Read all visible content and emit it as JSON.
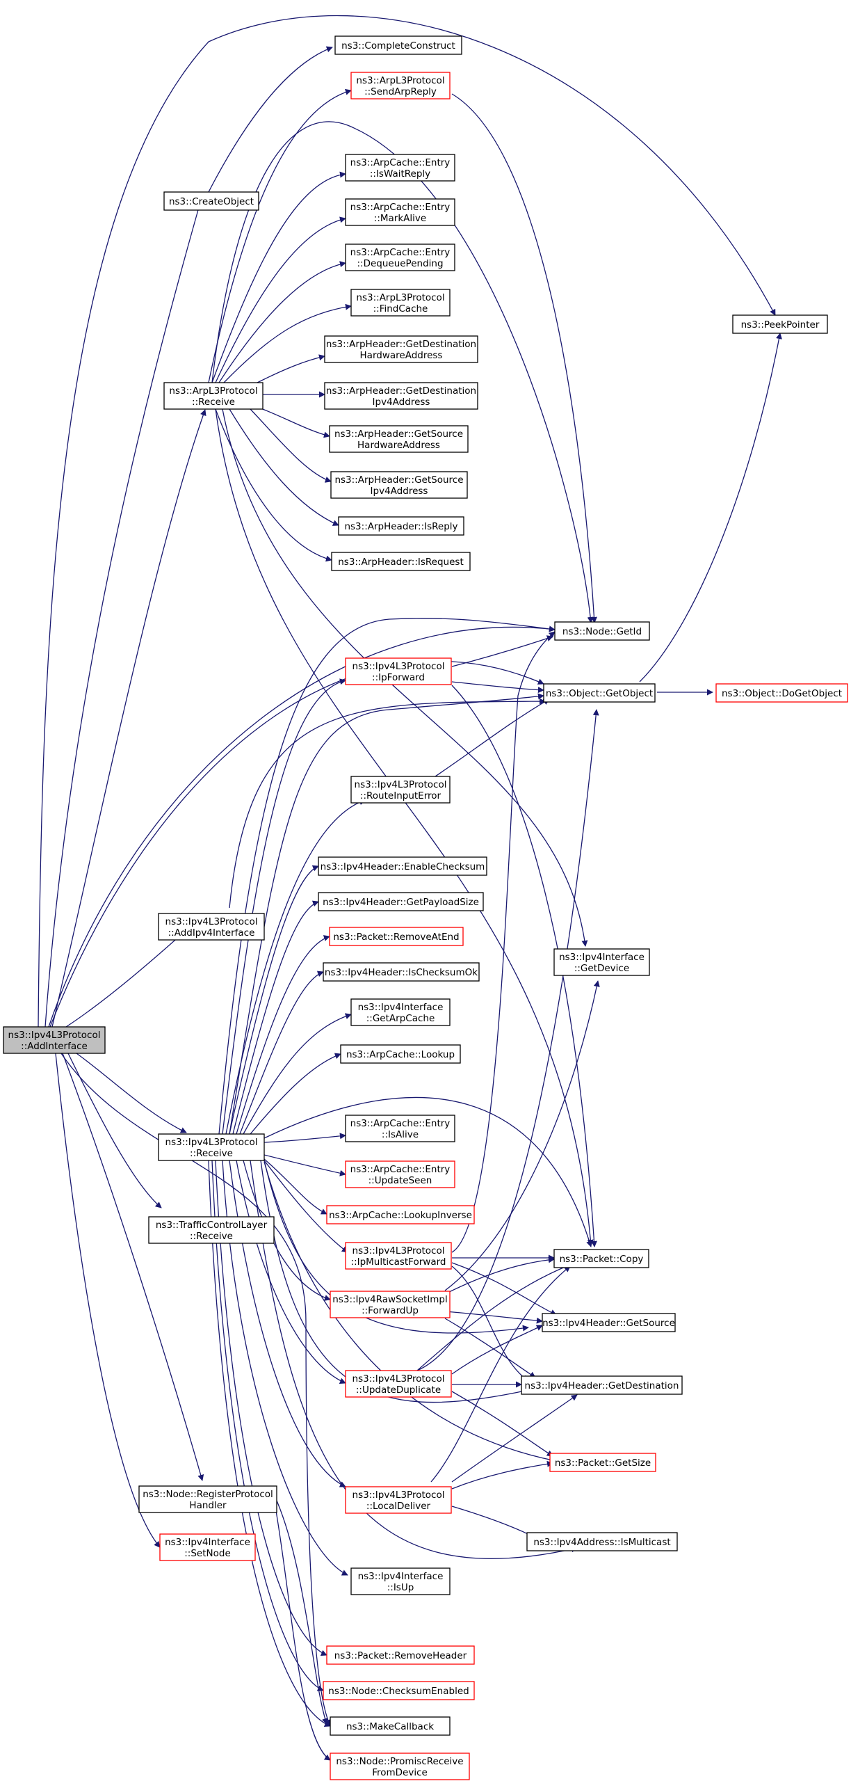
{
  "colors": {
    "edge": "#191970",
    "node_border": "#000000",
    "node_border_no_docs": "#ff0000",
    "root_fill": "#bfbfbf",
    "node_fill": "#ffffff"
  },
  "nodes": [
    {
      "id": "root",
      "lines": [
        "ns3::Ipv4L3Protocol",
        "::AddInterface"
      ],
      "style": "root"
    },
    {
      "id": "complete_construct",
      "lines": [
        "ns3::CompleteConstruct"
      ],
      "style": "normal"
    },
    {
      "id": "send_arp_reply",
      "lines": [
        "ns3::ArpL3Protocol",
        "::SendArpReply"
      ],
      "style": "red"
    },
    {
      "id": "create_object",
      "lines": [
        "ns3::CreateObject"
      ],
      "style": "normal"
    },
    {
      "id": "is_wait_reply",
      "lines": [
        "ns3::ArpCache::Entry",
        "::IsWaitReply"
      ],
      "style": "normal"
    },
    {
      "id": "mark_alive",
      "lines": [
        "ns3::ArpCache::Entry",
        "::MarkAlive"
      ],
      "style": "normal"
    },
    {
      "id": "dequeue_pending",
      "lines": [
        "ns3::ArpCache::Entry",
        "::DequeuePending"
      ],
      "style": "normal"
    },
    {
      "id": "find_cache",
      "lines": [
        "ns3::ArpL3Protocol",
        "::FindCache"
      ],
      "style": "normal"
    },
    {
      "id": "peek_pointer",
      "lines": [
        "ns3::PeekPointer"
      ],
      "style": "normal"
    },
    {
      "id": "arp_get_dest_hw",
      "lines": [
        "ns3::ArpHeader::GetDestination",
        "HardwareAddress"
      ],
      "style": "normal"
    },
    {
      "id": "arp_receive",
      "lines": [
        "ns3::ArpL3Protocol",
        "::Receive"
      ],
      "style": "normal"
    },
    {
      "id": "arp_get_dest_ipv4",
      "lines": [
        "ns3::ArpHeader::GetDestination",
        "Ipv4Address"
      ],
      "style": "normal"
    },
    {
      "id": "arp_get_src_hw",
      "lines": [
        "ns3::ArpHeader::GetSource",
        "HardwareAddress"
      ],
      "style": "normal"
    },
    {
      "id": "arp_get_src_ipv4",
      "lines": [
        "ns3::ArpHeader::GetSource",
        "Ipv4Address"
      ],
      "style": "normal"
    },
    {
      "id": "arp_is_reply",
      "lines": [
        "ns3::ArpHeader::IsReply"
      ],
      "style": "normal"
    },
    {
      "id": "arp_is_request",
      "lines": [
        "ns3::ArpHeader::IsRequest"
      ],
      "style": "normal"
    },
    {
      "id": "node_getid",
      "lines": [
        "ns3::Node::GetId"
      ],
      "style": "normal"
    },
    {
      "id": "ip_forward",
      "lines": [
        "ns3::Ipv4L3Protocol",
        "::IpForward"
      ],
      "style": "red"
    },
    {
      "id": "object_getobject",
      "lines": [
        "ns3::Object::GetObject"
      ],
      "style": "normal"
    },
    {
      "id": "object_dogetobject",
      "lines": [
        "ns3::Object::DoGetObject"
      ],
      "style": "red"
    },
    {
      "id": "route_input_error",
      "lines": [
        "ns3::Ipv4L3Protocol",
        "::RouteInputError"
      ],
      "style": "normal"
    },
    {
      "id": "enable_checksum",
      "lines": [
        "ns3::Ipv4Header::EnableChecksum"
      ],
      "style": "normal"
    },
    {
      "id": "get_payload_size",
      "lines": [
        "ns3::Ipv4Header::GetPayloadSize"
      ],
      "style": "normal"
    },
    {
      "id": "add_ipv4_interface",
      "lines": [
        "ns3::Ipv4L3Protocol",
        "::AddIpv4Interface"
      ],
      "style": "normal"
    },
    {
      "id": "remove_at_end",
      "lines": [
        "ns3::Packet::RemoveAtEnd"
      ],
      "style": "red"
    },
    {
      "id": "ipv4if_get_device",
      "lines": [
        "ns3::Ipv4Interface",
        "::GetDevice"
      ],
      "style": "normal"
    },
    {
      "id": "is_checksum_ok",
      "lines": [
        "ns3::Ipv4Header::IsChecksumOk"
      ],
      "style": "normal"
    },
    {
      "id": "get_arp_cache",
      "lines": [
        "ns3::Ipv4Interface",
        "::GetArpCache"
      ],
      "style": "normal"
    },
    {
      "id": "arpcache_lookup",
      "lines": [
        "ns3::ArpCache::Lookup"
      ],
      "style": "normal"
    },
    {
      "id": "ipv4_receive",
      "lines": [
        "ns3::Ipv4L3Protocol",
        "::Receive"
      ],
      "style": "normal"
    },
    {
      "id": "entry_is_alive",
      "lines": [
        "ns3::ArpCache::Entry",
        "::IsAlive"
      ],
      "style": "normal"
    },
    {
      "id": "entry_update_seen",
      "lines": [
        "ns3::ArpCache::Entry",
        "::UpdateSeen"
      ],
      "style": "red"
    },
    {
      "id": "lookup_inverse",
      "lines": [
        "ns3::ArpCache::LookupInverse"
      ],
      "style": "red"
    },
    {
      "id": "tcl_receive",
      "lines": [
        "ns3::TrafficControlLayer",
        "::Receive"
      ],
      "style": "normal"
    },
    {
      "id": "ip_multicast_forward",
      "lines": [
        "ns3::Ipv4L3Protocol",
        "::IpMulticastForward"
      ],
      "style": "red"
    },
    {
      "id": "packet_copy",
      "lines": [
        "ns3::Packet::Copy"
      ],
      "style": "normal"
    },
    {
      "id": "raw_forward_up",
      "lines": [
        "ns3::Ipv4RawSocketImpl",
        "::ForwardUp"
      ],
      "style": "red"
    },
    {
      "id": "ipv4h_get_source",
      "lines": [
        "ns3::Ipv4Header::GetSource"
      ],
      "style": "normal"
    },
    {
      "id": "update_duplicate",
      "lines": [
        "ns3::Ipv4L3Protocol",
        "::UpdateDuplicate"
      ],
      "style": "red"
    },
    {
      "id": "ipv4h_get_dest",
      "lines": [
        "ns3::Ipv4Header::GetDestination"
      ],
      "style": "normal"
    },
    {
      "id": "packet_get_size",
      "lines": [
        "ns3::Packet::GetSize"
      ],
      "style": "red"
    },
    {
      "id": "register_protocol_handler",
      "lines": [
        "ns3::Node::RegisterProtocol",
        "Handler"
      ],
      "style": "normal"
    },
    {
      "id": "local_deliver",
      "lines": [
        "ns3::Ipv4L3Protocol",
        "::LocalDeliver"
      ],
      "style": "red"
    },
    {
      "id": "ipv4if_set_node",
      "lines": [
        "ns3::Ipv4Interface",
        "::SetNode"
      ],
      "style": "red"
    },
    {
      "id": "ipv4addr_is_multicast",
      "lines": [
        "ns3::Ipv4Address::IsMulticast"
      ],
      "style": "normal"
    },
    {
      "id": "ipv4if_is_up",
      "lines": [
        "ns3::Ipv4Interface",
        "::IsUp"
      ],
      "style": "normal"
    },
    {
      "id": "remove_header",
      "lines": [
        "ns3::Packet::RemoveHeader"
      ],
      "style": "red"
    },
    {
      "id": "node_checksum_enabled",
      "lines": [
        "ns3::Node::ChecksumEnabled"
      ],
      "style": "red"
    },
    {
      "id": "make_callback",
      "lines": [
        "ns3::MakeCallback"
      ],
      "style": "normal"
    },
    {
      "id": "promisc_receive",
      "lines": [
        "ns3::Node::PromiscReceive",
        "FromDevice"
      ],
      "style": "red"
    }
  ]
}
